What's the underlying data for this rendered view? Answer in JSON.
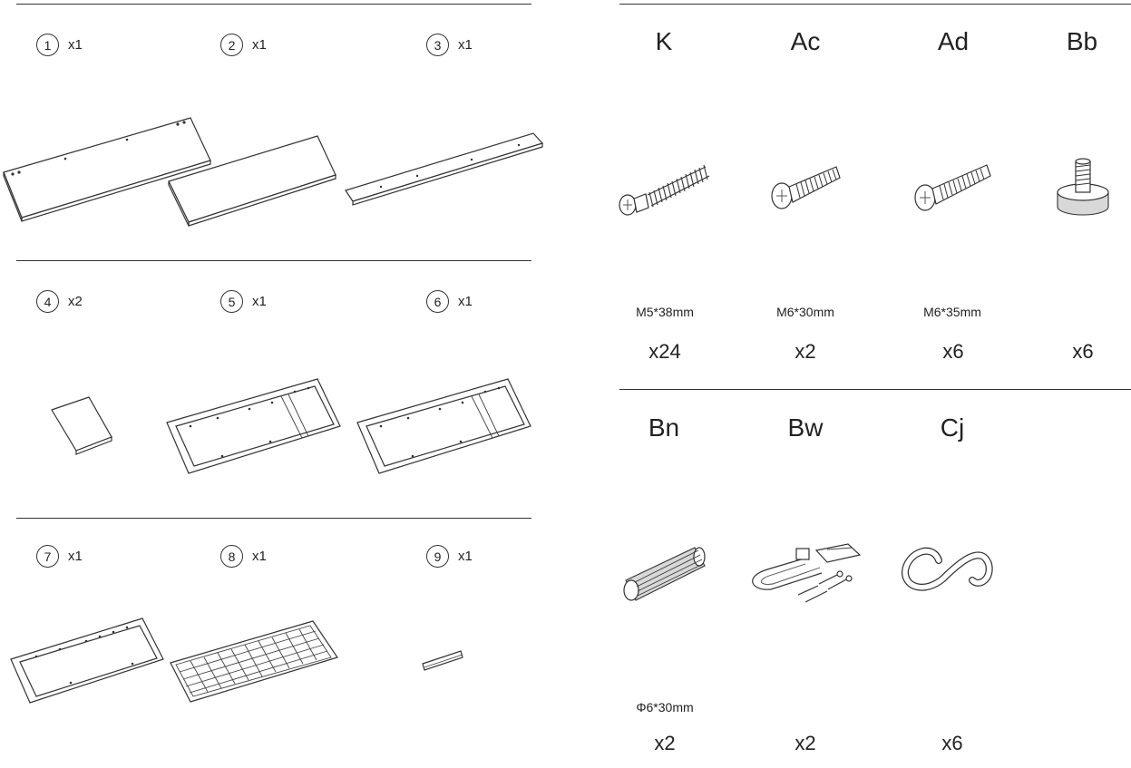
{
  "parts": [
    {
      "num": "1",
      "qty": "x1"
    },
    {
      "num": "2",
      "qty": "x1"
    },
    {
      "num": "3",
      "qty": "x1"
    },
    {
      "num": "4",
      "qty": "x2"
    },
    {
      "num": "5",
      "qty": "x1"
    },
    {
      "num": "6",
      "qty": "x1"
    },
    {
      "num": "7",
      "qty": "x1"
    },
    {
      "num": "8",
      "qty": "x1"
    },
    {
      "num": "9",
      "qty": "x1"
    }
  ],
  "hardware": [
    {
      "code": "K",
      "size": "M5*38mm",
      "qty": "x24",
      "icon": "cam-bolt-icon"
    },
    {
      "code": "Ac",
      "size": "M6*30mm",
      "qty": "x2",
      "icon": "screw-icon"
    },
    {
      "code": "Ad",
      "size": "M6*35mm",
      "qty": "x6",
      "icon": "screw-icon"
    },
    {
      "code": "Bb",
      "size": "",
      "qty": "x6",
      "icon": "leveling-foot-icon"
    },
    {
      "code": "Bn",
      "size": "Φ6*30mm",
      "qty": "x2",
      "icon": "wooden-dowel-icon"
    },
    {
      "code": "Bw",
      "size": "",
      "qty": "x2",
      "icon": "anti-tip-kit-icon"
    },
    {
      "code": "Cj",
      "size": "",
      "qty": "x6",
      "icon": "s-hook-icon"
    }
  ],
  "colors": {
    "line": "#333333",
    "fill": "#ffffff",
    "shade": "#d8d8d8"
  }
}
